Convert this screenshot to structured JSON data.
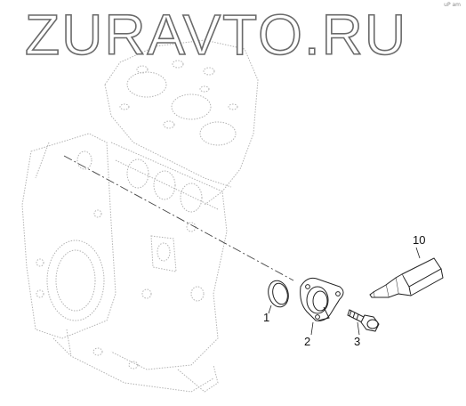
{
  "watermark": "ZURAVTO.RU",
  "corner_code": "uP am",
  "callouts": {
    "c1": "1",
    "c2": "2",
    "c3": "3",
    "c10": "10"
  }
}
